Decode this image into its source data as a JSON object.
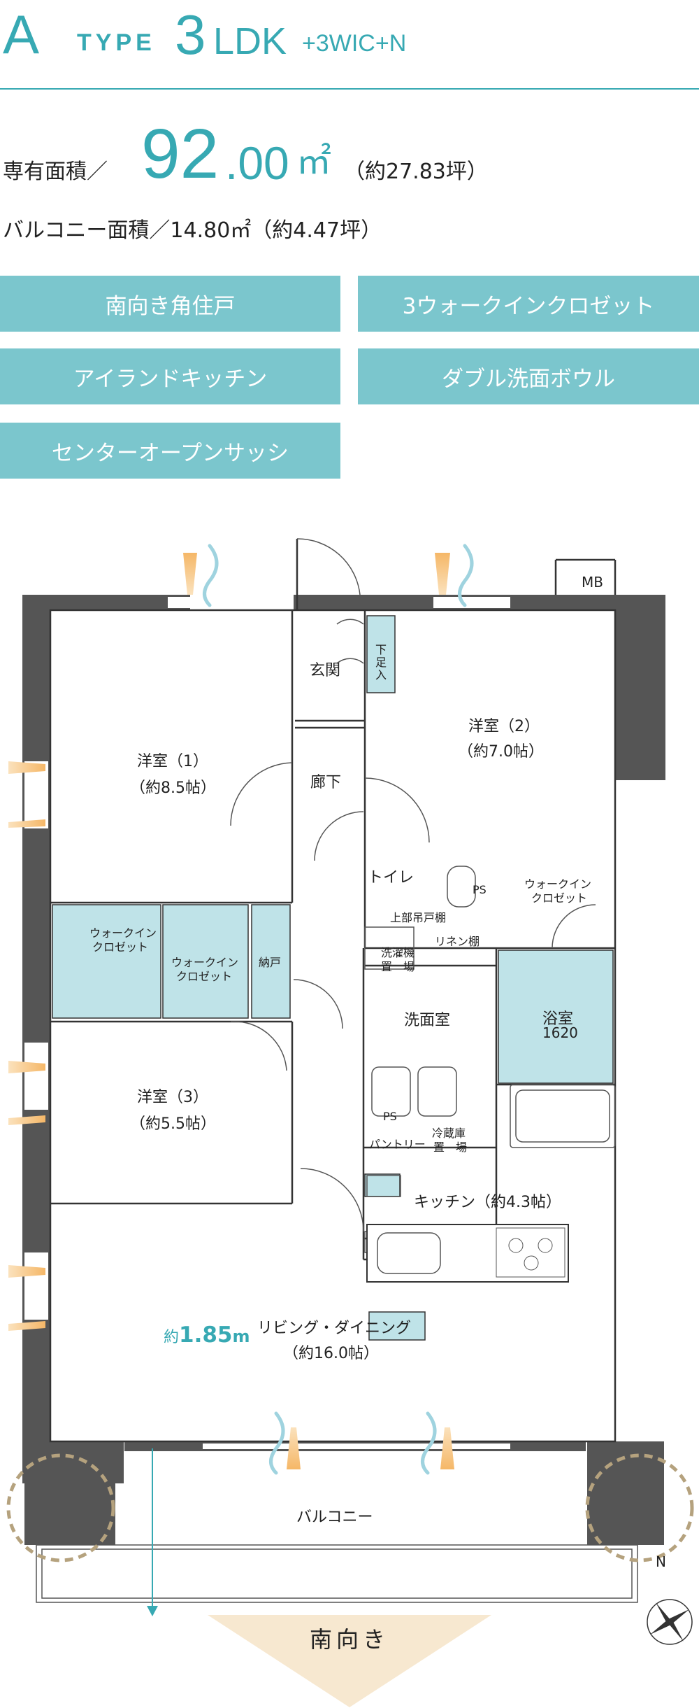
{
  "header": {
    "type_letter": "A",
    "type_word": "TYPE",
    "plan_num": "3",
    "plan_ldk": "LDK",
    "plan_extra": "+3WIC+N"
  },
  "area": {
    "label": "専有面積／",
    "value_int": "92",
    "value_dec": ".00",
    "unit": "㎡",
    "tsubo": "（約27.83坪）",
    "balcony": "バルコニー面積／14.80㎡（約4.47坪）"
  },
  "features": [
    "南向き角住戸",
    "3ウォークインクロゼット",
    "アイランドキッチン",
    "ダブル洗面ボウル",
    "センターオープンサッシ"
  ],
  "plan": {
    "mb": "MB",
    "genkan": "玄関",
    "shoes": "下足入",
    "room2": "洋室（2）",
    "room2_size": "（約7.0帖）",
    "room1": "洋室（1）",
    "room1_size": "（約8.5帖）",
    "corridor": "廊下",
    "toilet": "トイレ",
    "ps": "PS",
    "upper_cab": "上部吊戸棚",
    "wic": "ウォークイン",
    "wic2": "クロゼット",
    "nando": "納戸",
    "washer1": "洗濯機",
    "washer2": "置　場",
    "linen": "リネン棚",
    "washroom": "洗面室",
    "bath": "浴室",
    "bath_size": "1620",
    "room3": "洋室（3）",
    "room3_size": "（約5.5帖）",
    "ps2": "PS",
    "fridge1": "冷蔵庫",
    "fridge2": "置　場",
    "pantry": "パントリー",
    "kitchen": "キッチン（約4.3帖）",
    "living": "リビング・ダイニング",
    "living_size": "（約16.0帖）",
    "balcony": "バルコニー",
    "dim_prefix": "約",
    "dim_value": "1.85",
    "dim_unit": "m",
    "north": "N",
    "south": "南向き"
  },
  "colors": {
    "accent": "#37a9b3",
    "badge": "#7bc6cd",
    "wall": "#555555",
    "closet": "#bfe3e8"
  }
}
